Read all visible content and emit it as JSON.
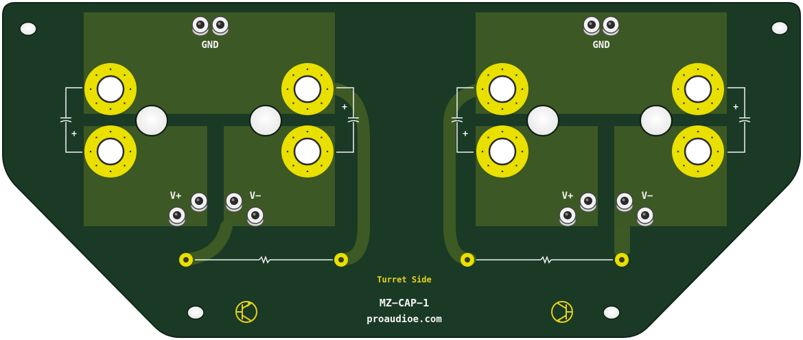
{
  "board": {
    "colors": {
      "solder_mask": "#1a3a25",
      "copper_pour": "#3e5a24",
      "pad_gold": "#e9e000",
      "silkscreen": "#f3f3f3",
      "label_gold": "#e6d21a"
    },
    "labels": {
      "gnd_left": "GND",
      "gnd_right": "GND",
      "vplus_left": "V+",
      "vminus_left": "V−",
      "vplus_right": "V+",
      "vminus_right": "V−",
      "cap_plus_1": "+",
      "cap_plus_2": "+",
      "cap_plus_3": "+",
      "cap_plus_4": "+",
      "side": "Turret Side",
      "part_number": "MZ−CAP−1",
      "website": "proaudioe.com"
    },
    "icons": {
      "transistor_left": "transistor-pnp-icon",
      "transistor_right": "transistor-npn-icon",
      "resistor": "resistor-icon",
      "capacitor": "capacitor-icon"
    }
  }
}
